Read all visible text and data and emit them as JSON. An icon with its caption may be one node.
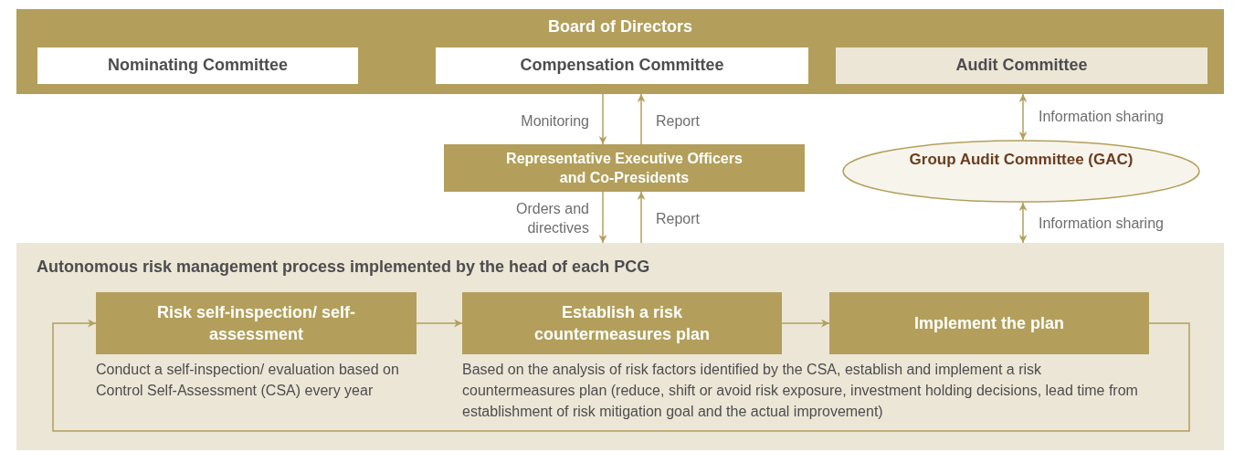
{
  "diagram": {
    "nodes": [
      {
        "text": [
          "Board of Directors"
        ]
      },
      {
        "text": [
          "Nominating Committee"
        ],
        "in": 0
      },
      {
        "text": [
          "Compensation Committee"
        ],
        "in": 0
      },
      {
        "text": [
          "Audit Committee"
        ],
        "in": 0
      },
      {
        "text": [
          "Representative Executive Officers and Co-Presidents"
        ]
      },
      {
        "text": [
          "Group Audit Committee (GAC)"
        ]
      },
      {
        "text": [
          "Autonomous risk management process implemented by the head of each PCG"
        ]
      },
      {
        "text": [
          "Risk self-inspection/ self-assessment"
        ],
        "in": 6,
        "beside": [
          "Conduct a self-inspection/ evaluation based on Control Self-Assessment (CSA) every year"
        ]
      },
      {
        "text": [
          "Establish a risk countermeasures plan"
        ],
        "in": 6,
        "beside": [
          "Based on the analysis of risk factors identified by the CSA, establish and implement a risk countermeasures plan (reduce, shift or avoid risk exposure, investment holding decisions, lead time from establishment of risk mitigation goal and the actual improvement)"
        ]
      },
      {
        "text": [
          "Implement the plan"
        ],
        "in": 6
      }
    ],
    "edges": [
      {
        "from": 0,
        "to": 4,
        "arrow": "to",
        "label": "Monitoring"
      },
      {
        "from": 4,
        "to": 0,
        "arrow": "to",
        "label": "Report"
      },
      {
        "from": 4,
        "to": 6,
        "arrow": "to",
        "label": "Orders and directives"
      },
      {
        "from": 6,
        "to": 4,
        "arrow": "to",
        "label": "Report"
      },
      {
        "from": 0,
        "to": 5,
        "arrow": "both",
        "label": "Information sharing"
      },
      {
        "from": 5,
        "to": 6,
        "arrow": "both",
        "label": "Information sharing"
      },
      {
        "from": 7,
        "to": 8,
        "arrow": "to"
      },
      {
        "from": 8,
        "to": 9,
        "arrow": "to"
      },
      {
        "from": 9,
        "to": 7,
        "arrow": "to"
      }
    ]
  }
}
